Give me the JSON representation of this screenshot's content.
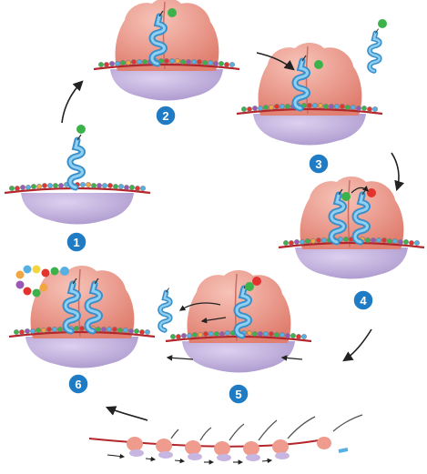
{
  "steps": [
    {
      "label": "1"
    },
    {
      "label": "2"
    },
    {
      "label": "3"
    },
    {
      "label": "4"
    },
    {
      "label": "5"
    },
    {
      "label": "6"
    }
  ],
  "colors": {
    "badge": "#1f7cc4",
    "mrna": "#b3262b",
    "large_subunit": "#ef9c8e",
    "small_subunit": "#c8b6e2",
    "trna": "#57b0e3",
    "amino_acid_green": "#3bb34a",
    "amino_acid_red": "#e2332e",
    "arrow": "#222222"
  },
  "icons": [
    "ribosome-icon",
    "trna-icon",
    "mrna-icon",
    "polypeptide-icon",
    "polysome-icon"
  ]
}
